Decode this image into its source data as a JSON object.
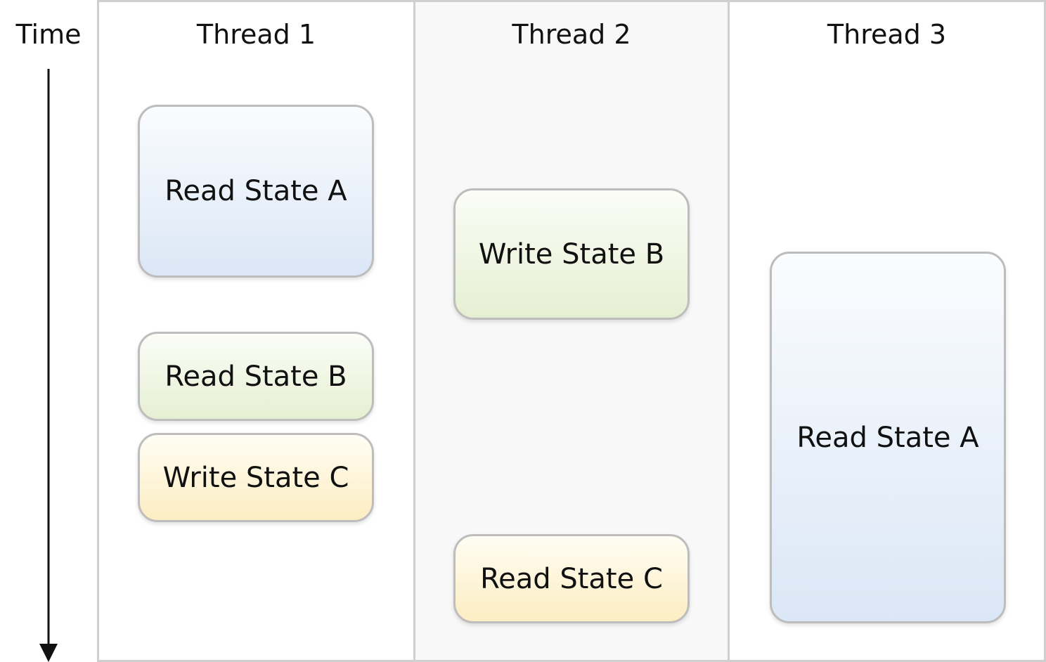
{
  "time_axis": {
    "label": "Time"
  },
  "threads": [
    {
      "title": "Thread 1",
      "operations": [
        {
          "label": "Read State A",
          "color": "blue"
        },
        {
          "label": "Read State B",
          "color": "green"
        },
        {
          "label": "Write State C",
          "color": "yellow"
        }
      ]
    },
    {
      "title": "Thread 2",
      "operations": [
        {
          "label": "Write State B",
          "color": "green"
        },
        {
          "label": "Read State C",
          "color": "yellow"
        }
      ]
    },
    {
      "title": "Thread 3",
      "operations": [
        {
          "label": "Read State A",
          "color": "blue"
        }
      ]
    }
  ],
  "colors": {
    "blue_top": "#fafcfe",
    "blue_bottom": "#dbe7f6",
    "green_top": "#fbfdf7",
    "green_bottom": "#e6efd2",
    "yellow_top": "#fffdf4",
    "yellow_bottom": "#fcedc2",
    "border": "#bdbdbd",
    "lane_divider": "#cfcfcf"
  }
}
